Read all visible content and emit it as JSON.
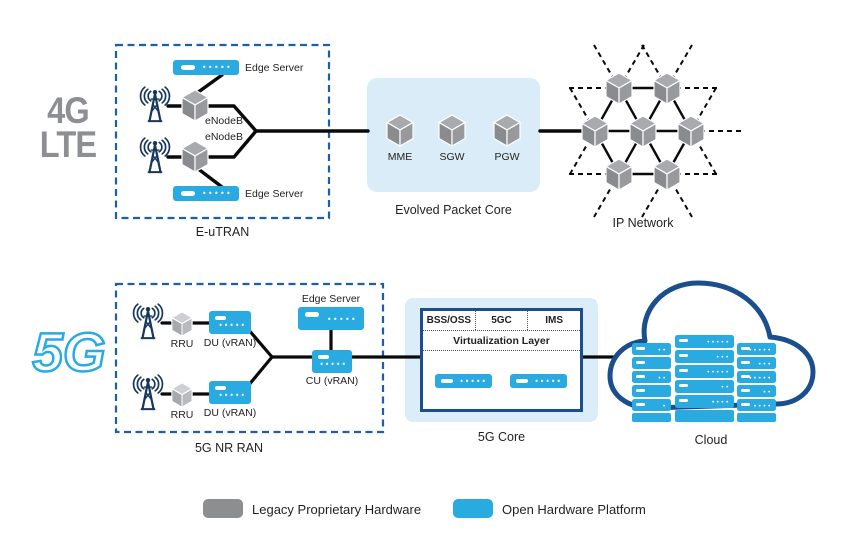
{
  "lte": {
    "title_line1": "4G",
    "title_line2": "LTE",
    "ran": {
      "label": "E-uTRAN",
      "edge_server_top": "Edge Server",
      "edge_server_bottom": "Edge Server",
      "enodeb_top": "eNodeB",
      "enodeb_bottom": "eNodeB"
    },
    "core": {
      "label": "Evolved Packet Core",
      "nodes": [
        "MME",
        "SGW",
        "PGW"
      ]
    },
    "network": {
      "label": "IP Network"
    }
  },
  "fiveg": {
    "title": "5G",
    "ran": {
      "label": "5G NR RAN",
      "rru_top": "RRU",
      "rru_bottom": "RRU",
      "du_top": "DU (vRAN)",
      "du_bottom": "DU (vRAN)",
      "edge_server": "Edge Server",
      "cu": "CU (vRAN)"
    },
    "core": {
      "label": "5G Core",
      "stack_cells": [
        "BSS/OSS",
        "5GC",
        "IMS"
      ],
      "virtualization_layer": "Virtualization Layer"
    },
    "cloud": {
      "label": "Cloud"
    }
  },
  "legend": {
    "legacy": {
      "label": "Legacy Proprietary Hardware",
      "color": "#8C8E90"
    },
    "open": {
      "label": "Open Hardware Platform",
      "color": "#29ABE2"
    }
  },
  "colors": {
    "open_hardware_blue": "#29ABE2",
    "legacy_gray": "#8C8E90",
    "navy_outline": "#1B4E8C",
    "dashed_box_blue": "#1D5FA7",
    "connector_black": "#0A0A0A",
    "epc_background": "#D9ECF7",
    "core_background": "#DBEDF8",
    "lte_title_gray": "#8D8F92"
  },
  "icons": {
    "cube": "network-function-cube-icon",
    "antenna": "cell-tower-icon",
    "server": "rack-server-icon",
    "cloud": "cloud-icon"
  }
}
